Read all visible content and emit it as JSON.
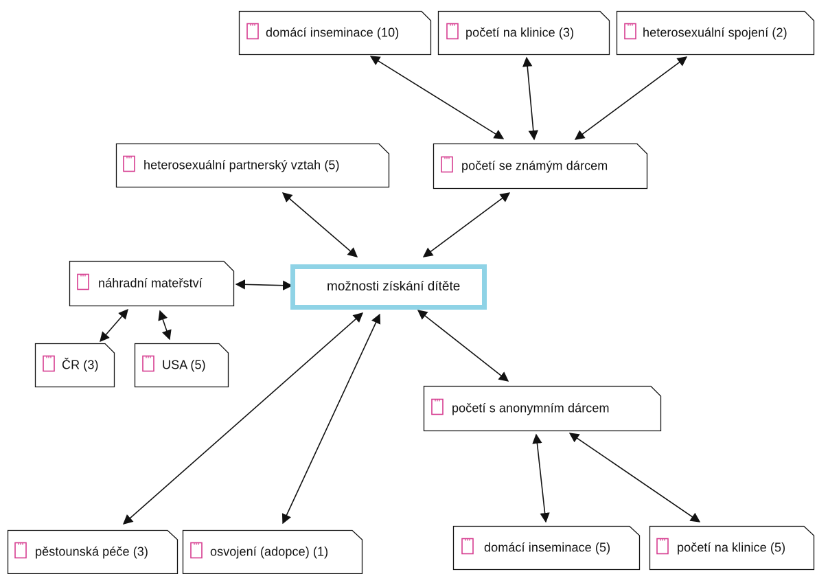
{
  "diagram": {
    "center": {
      "label": "možnosti získání dítěte"
    },
    "nodes": {
      "home_insemination_10": {
        "label": "domácí inseminace (10)",
        "icon": "document-icon"
      },
      "clinic_conception_3": {
        "label": "početí na klinice (3)",
        "icon": "document-icon"
      },
      "heterosexual_union_2": {
        "label": "heterosexuální spojení (2)",
        "icon": "document-icon"
      },
      "known_donor": {
        "label": "početí se známým dárcem",
        "icon": "document-icon"
      },
      "heterosexual_partnership_5": {
        "label": "heterosexuální partnerský vztah (5)",
        "icon": "document-icon"
      },
      "surrogacy": {
        "label": "náhradní mateřství",
        "icon": "document-icon"
      },
      "cr_3": {
        "label": "ČR (3)",
        "icon": "document-icon"
      },
      "usa_5": {
        "label": "USA (5)",
        "icon": "document-icon"
      },
      "anonymous_donor": {
        "label": "početí s anonymním dárcem",
        "icon": "document-icon"
      },
      "foster_care_3": {
        "label": "pěstounská péče (3)",
        "icon": "document-icon"
      },
      "adoption_1": {
        "label": "osvojení (adopce) (1)",
        "icon": "document-icon"
      },
      "home_insemination_5": {
        "label": "domácí inseminace (5)",
        "icon": "document-icon"
      },
      "clinic_conception_5": {
        "label": "početí na klinice (5)",
        "icon": "document-icon"
      }
    },
    "colors": {
      "icon": "#d63c8f",
      "center_border": "#8fd3e6",
      "line": "#111111"
    }
  }
}
